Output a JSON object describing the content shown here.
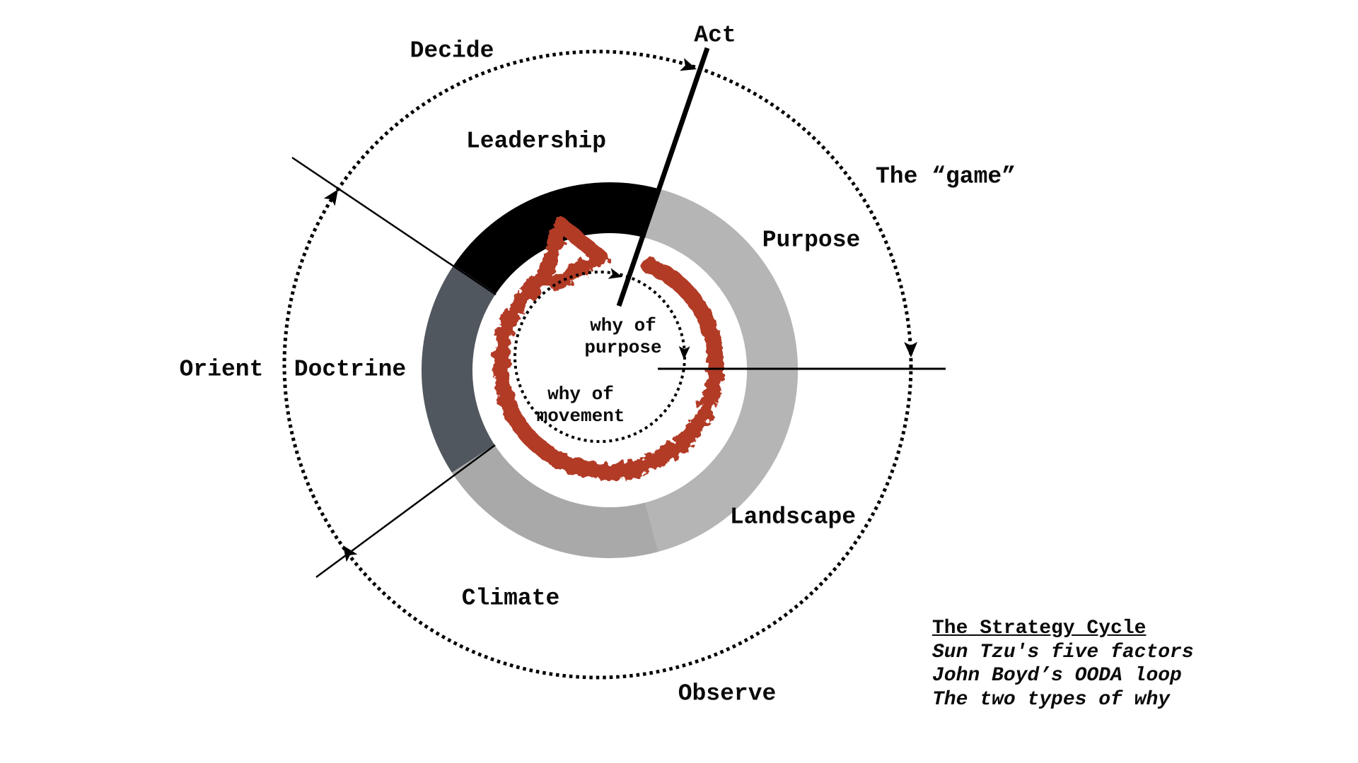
{
  "labels": {
    "decide": "Decide",
    "act": "Act",
    "orient": "Orient",
    "observe": "Observe",
    "game": "The “game”",
    "leadership": "Leadership",
    "purpose": "Purpose",
    "doctrine": "Doctrine",
    "landscape": "Landscape",
    "climate": "Climate",
    "why_of_purpose_line1": "why of",
    "why_of_purpose_line2": "purpose",
    "why_of_movement_line1": "why of",
    "why_of_movement_line2": "movement"
  },
  "legend": {
    "title": "The Strategy Cycle",
    "line1": "Sun Tzu's five factors",
    "line2": "John Boyd’s OODA loop",
    "line3": "The two types of why"
  },
  "colors": {
    "leadership_segment": "#000000",
    "purpose_landscape_segment": "#b5b5b5",
    "climate_segment": "#a9a9a9",
    "doctrine_segment": "#51575e",
    "movement_arrow": "#b23a28",
    "line_color": "#000000"
  }
}
